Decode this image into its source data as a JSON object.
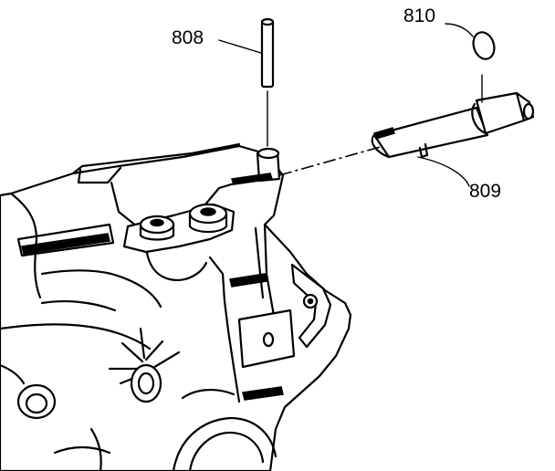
{
  "callouts": [
    {
      "id": "808",
      "text": "808"
    },
    {
      "id": "810",
      "text": "810"
    },
    {
      "id": "809",
      "text": "809"
    }
  ]
}
